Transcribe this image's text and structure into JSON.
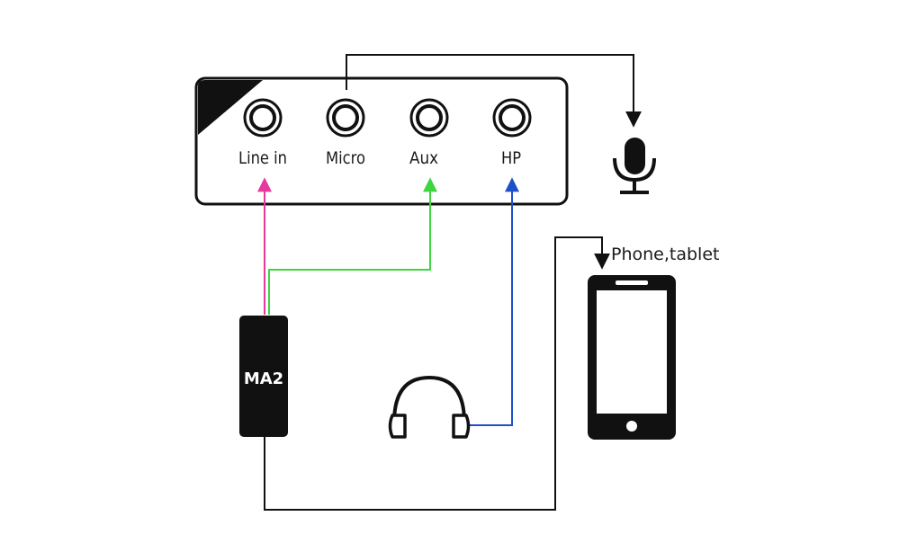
{
  "device": {
    "jacks": [
      {
        "label": "Line in"
      },
      {
        "label": "Micro"
      },
      {
        "label": "Aux"
      },
      {
        "label": "HP"
      }
    ]
  },
  "adapter": {
    "label": "MA2"
  },
  "phone": {
    "label": "Phone,tablet"
  },
  "colors": {
    "line_in_cable": "#e6399b",
    "aux_cable": "#3ed63e",
    "hp_cable": "#1e50c8",
    "device_cable": "#111111"
  },
  "icons": [
    "microphone-icon",
    "headphones-icon",
    "smartphone-icon",
    "jack-socket-icon"
  ]
}
